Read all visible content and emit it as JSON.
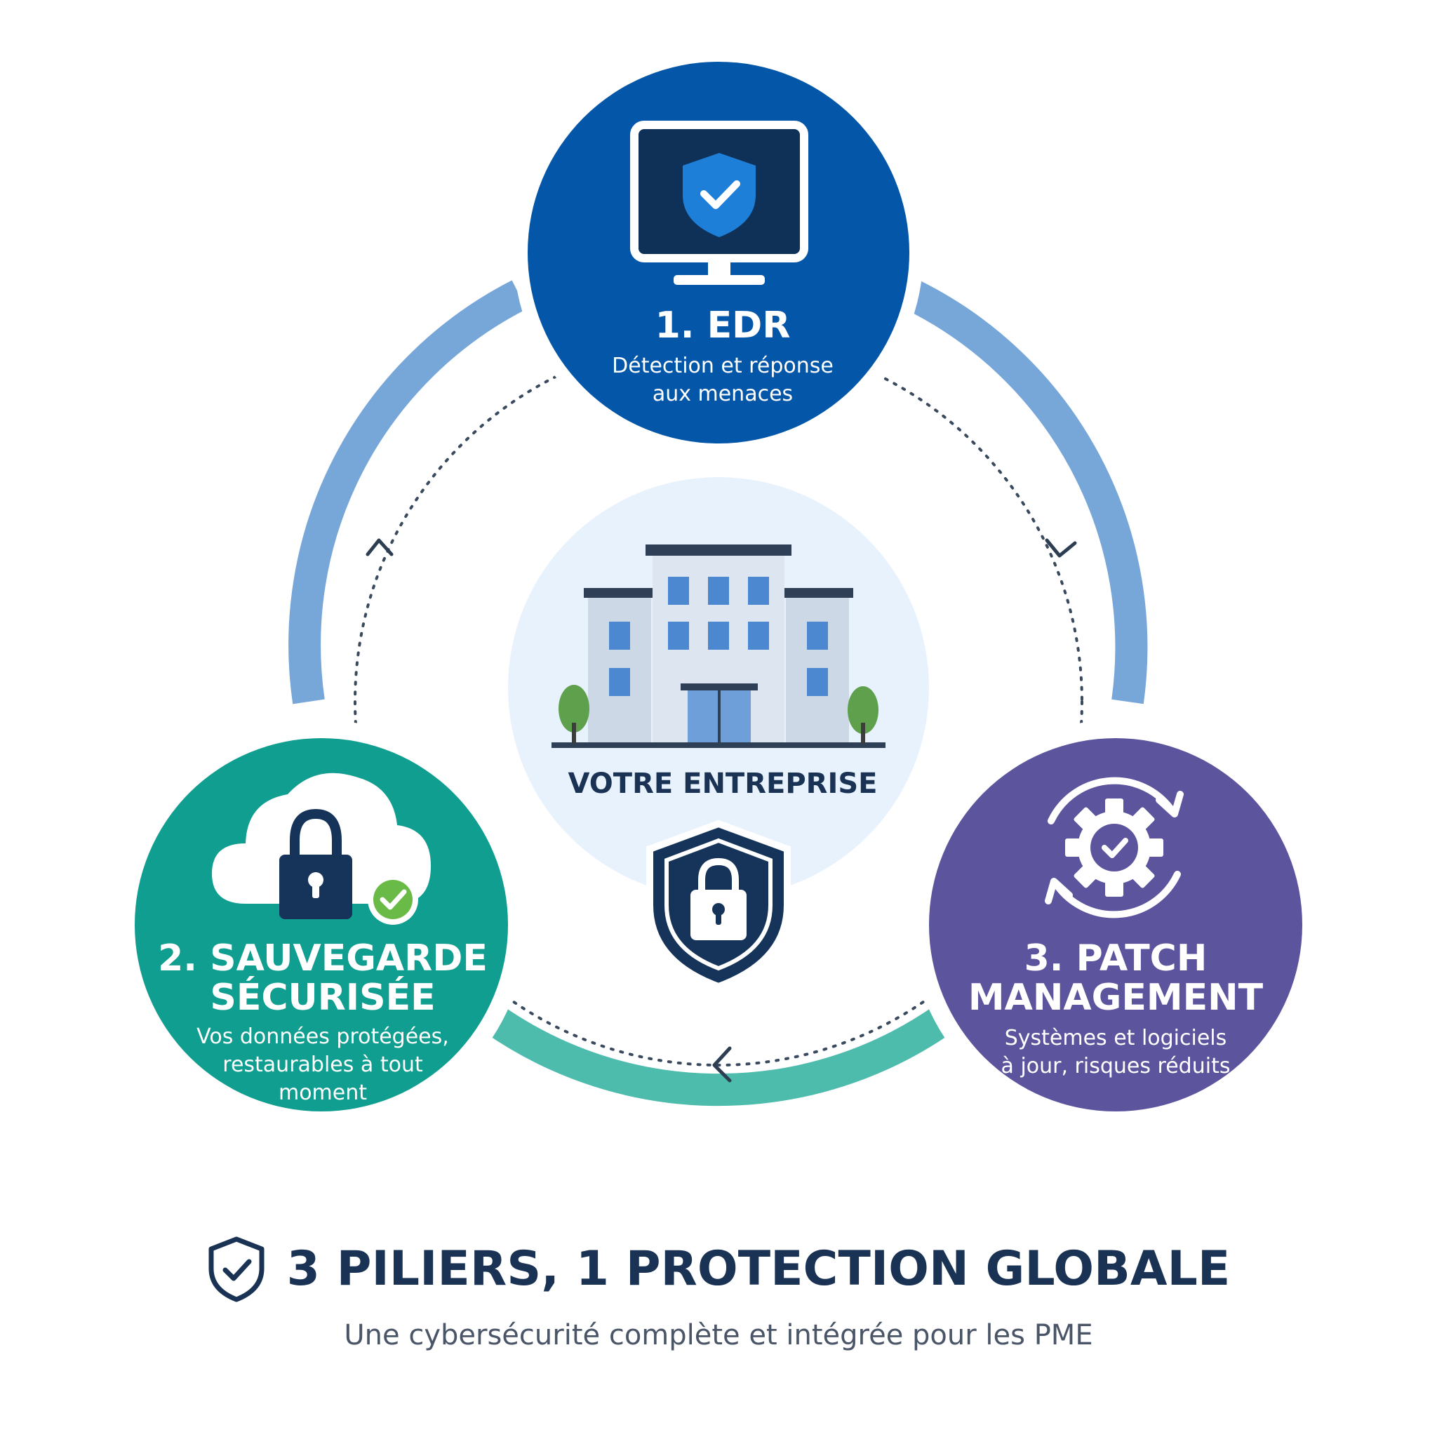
{
  "colors": {
    "edr": "#0457a8",
    "backup": "#0f9e8f",
    "patch": "#5c559e",
    "ring_blue": "#77a6d9",
    "ring_teal": "#4dbcad",
    "dark_navy": "#163459",
    "center_bg": "#e8f2fc"
  },
  "nodes": {
    "edr": {
      "title": "1. EDR",
      "desc_line1": "Détection et réponse",
      "desc_line2": "aux menaces",
      "icon": "monitor-shield-icon"
    },
    "backup": {
      "title_line1": "2. SAUVEGARDE",
      "title_line2": "SÉCURISÉE",
      "desc_line1": "Vos données protégées,",
      "desc_line2": "restaurables à tout",
      "desc_line3": "moment",
      "icon": "cloud-lock-icon"
    },
    "patch": {
      "title_line1": "3. PATCH",
      "title_line2": "MANAGEMENT",
      "desc_line1": "Systèmes et logiciels",
      "desc_line2": "à jour, risques réduits",
      "icon": "gear-refresh-icon"
    }
  },
  "center": {
    "label": "VOTRE ENTREPRISE",
    "icons": [
      "building-icon",
      "shield-lock-icon"
    ]
  },
  "footer": {
    "title": "3 PILIERS, 1 PROTECTION GLOBALE",
    "subtitle": "Une cybersécurité complète et intégrée pour les PME",
    "icon": "shield-check-icon"
  }
}
